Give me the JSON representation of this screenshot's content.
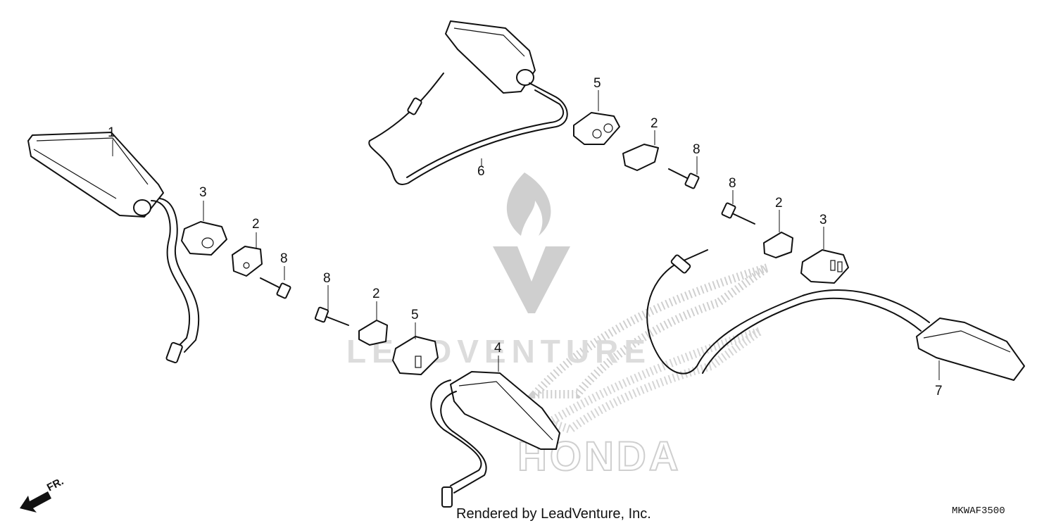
{
  "callouts": {
    "c1": "1",
    "c2a": "2",
    "c2b": "2",
    "c2c": "2",
    "c2d": "2",
    "c3a": "3",
    "c3b": "3",
    "c4": "4",
    "c5a": "5",
    "c5b": "5",
    "c6": "6",
    "c7": "7",
    "c8a": "8",
    "c8b": "8",
    "c8c": "8",
    "c8d": "8"
  },
  "direction_label": "FR.",
  "watermark": {
    "brand": "LEADVENTURE",
    "maker": "HONDA"
  },
  "credit": "Rendered by LeadVenture, Inc.",
  "diagram_code": "MKWAF3500"
}
